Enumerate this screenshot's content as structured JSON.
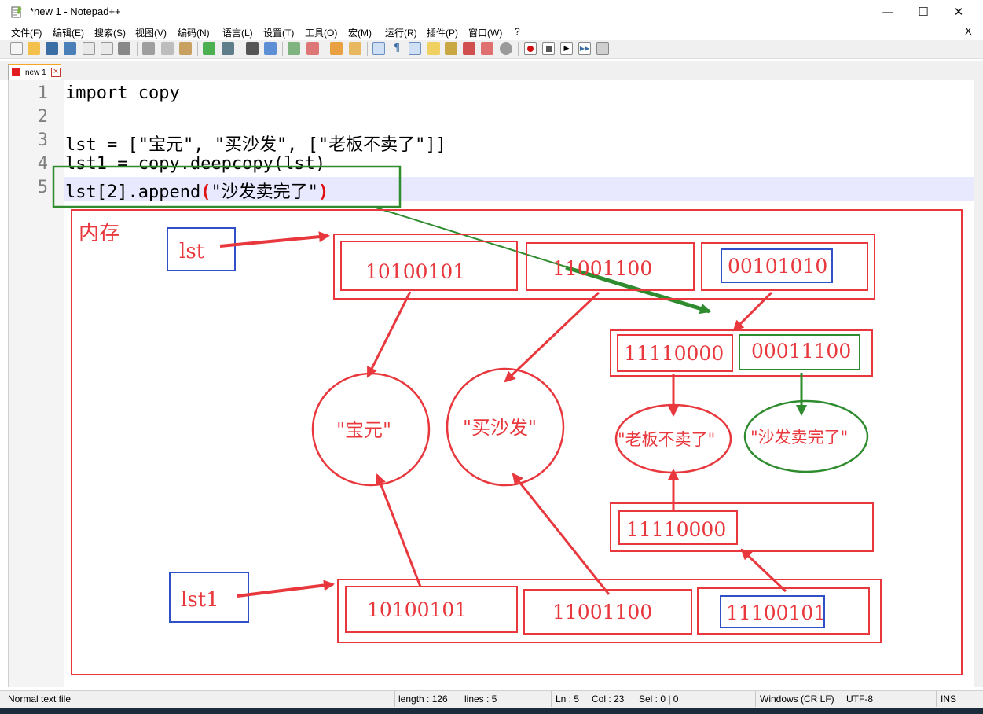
{
  "window": {
    "title": "*new 1 - Notepad++",
    "minimize": "—",
    "maximize": "☐",
    "close": "✕"
  },
  "menu": {
    "items": [
      "文件(F)",
      "编辑(E)",
      "搜索(S)",
      "视图(V)",
      "编码(N)",
      "语言(L)",
      "设置(T)",
      "工具(O)",
      "宏(M)",
      "运行(R)",
      "插件(P)",
      "窗口(W)",
      "?"
    ],
    "close": "X"
  },
  "tab": {
    "label": "new 1"
  },
  "editor": {
    "line_numbers": [
      "1",
      "2",
      "3",
      "4",
      "5"
    ],
    "lines": [
      "import copy",
      "",
      "lst = [\"宝元\", \"买沙发\", [\"老板不卖了\"]]",
      "lst1 = copy.deepcopy(lst)"
    ],
    "line5": {
      "prefix": "lst[2].append",
      "open": "(",
      "arg": "\"沙发卖完了\"",
      "close": ")"
    }
  },
  "diagram": {
    "memory_label": "内存",
    "lst_label": "lst",
    "lst1_label": "lst1",
    "lst_cells": [
      "10100101",
      "11001100",
      "00101010"
    ],
    "inner_list_cells": [
      "11110000",
      "00011100"
    ],
    "copied_inner_cell": "11110000",
    "lst1_cells": [
      "10100101",
      "11001100",
      "11100101"
    ],
    "circles": [
      "\"宝元\"",
      "\"买沙发\"",
      "\"老板不卖了\"",
      "\"沙发卖完了\""
    ],
    "colors": {
      "red": "#e8383d",
      "green": "#2e8b2e",
      "blue": "#3050c8"
    }
  },
  "status": {
    "file_type": "Normal text file",
    "length": "length : 126",
    "lines": "lines : 5",
    "ln": "Ln : 5",
    "col": "Col : 23",
    "sel": "Sel : 0 | 0",
    "eol": "Windows (CR LF)",
    "encoding": "UTF-8",
    "mode": "INS"
  }
}
